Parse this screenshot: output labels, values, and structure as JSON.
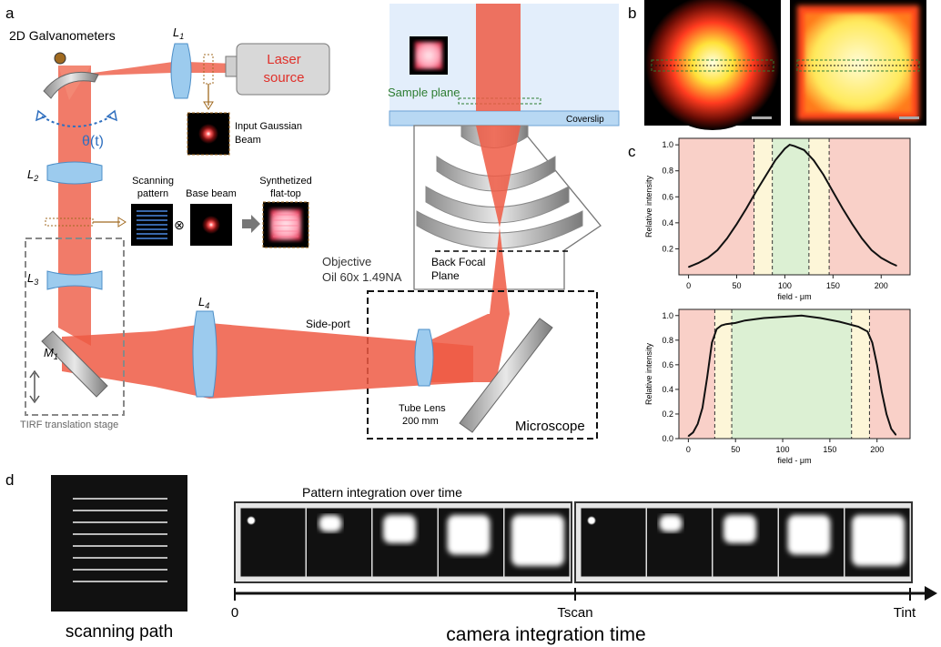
{
  "panels": {
    "a": "a",
    "b": "b",
    "c": "c",
    "d": "d"
  },
  "optics": {
    "galvo": "2D Galvanometers",
    "theta": "θ(t)",
    "L1": "L",
    "L1_sub": "1",
    "L2": "L",
    "L2_sub": "2",
    "L3": "L",
    "L3_sub": "3",
    "L4": "L",
    "L4_sub": "4",
    "M1": "M",
    "M1_sub": "1",
    "laser_line1": "Laser",
    "laser_line2": "source",
    "input_line1": "Input Gaussian",
    "input_line2": "Beam",
    "scan_line1": "Scanning",
    "scan_line2": "pattern",
    "base_beam": "Base beam",
    "synth_line1": "Synthetized",
    "synth_line2": "flat-top",
    "otimes": "⊗",
    "tirf": "TIRF translation stage",
    "objective_line1": "Objective",
    "objective_line2": "Oil 60x 1.49NA",
    "side_port": "Side-port",
    "tube_line1": "Tube Lens",
    "tube_line2": "200 mm",
    "microscope": "Microscope",
    "bfp_line1": "Back Focal",
    "bfp_line2": "Plane",
    "sample_plane": "Sample plane",
    "coverslip": "Coverslip"
  },
  "colors": {
    "beam": "#ee5a44",
    "lens": "#9ccbee",
    "lens_edge": "#4d8fc8",
    "label_blue": "#2f6fbf",
    "label_green": "#2e7d32",
    "laser_red": "#e0302a"
  },
  "chart_data": [
    {
      "type": "line",
      "title": "",
      "xlabel": "field - μm",
      "ylabel": "Relative intensity",
      "xlim": [
        -10,
        230
      ],
      "ylim": [
        0,
        1.05
      ],
      "xticks": [
        0,
        50,
        100,
        150,
        200
      ],
      "yticks": [
        0.2,
        0.4,
        0.6,
        0.8,
        1.0
      ],
      "ytick_labels": [
        "0.2",
        "0.4",
        "0.6",
        "0.8",
        "1.0"
      ],
      "regions": {
        "red": [
          [
            -10,
            68
          ],
          [
            146,
            230
          ]
        ],
        "yellow": [
          [
            68,
            87
          ],
          [
            125,
            146
          ]
        ],
        "green": [
          [
            87,
            125
          ]
        ]
      },
      "dashed_lines": [
        68,
        87,
        125,
        146
      ],
      "series": [
        {
          "x": [
            0,
            10,
            20,
            30,
            40,
            50,
            60,
            70,
            80,
            90,
            100,
            105,
            110,
            120,
            130,
            140,
            150,
            160,
            170,
            180,
            190,
            200,
            210,
            216
          ],
          "y": [
            0.06,
            0.09,
            0.13,
            0.19,
            0.28,
            0.39,
            0.51,
            0.64,
            0.76,
            0.88,
            0.97,
            1.0,
            0.99,
            0.96,
            0.88,
            0.77,
            0.64,
            0.51,
            0.39,
            0.28,
            0.19,
            0.13,
            0.09,
            0.07
          ]
        }
      ]
    },
    {
      "type": "line",
      "title": "",
      "xlabel": "field - μm",
      "ylabel": "Relative intensity",
      "xlim": [
        -10,
        235
      ],
      "ylim": [
        0,
        1.05
      ],
      "xticks": [
        0,
        50,
        100,
        150,
        200
      ],
      "yticks": [
        0.0,
        0.2,
        0.4,
        0.6,
        0.8,
        1.0
      ],
      "ytick_labels": [
        "0.0",
        "0.2",
        "0.4",
        "0.6",
        "0.8",
        "1.0"
      ],
      "regions": {
        "red": [
          [
            -10,
            28
          ],
          [
            192,
            235
          ]
        ],
        "yellow": [
          [
            28,
            46
          ],
          [
            173,
            192
          ]
        ],
        "green": [
          [
            46,
            173
          ]
        ]
      },
      "dashed_lines": [
        28,
        46,
        173,
        192
      ],
      "series": [
        {
          "x": [
            0,
            5,
            10,
            15,
            20,
            25,
            30,
            35,
            40,
            50,
            60,
            80,
            100,
            120,
            140,
            160,
            170,
            175,
            180,
            185,
            190,
            195,
            200,
            205,
            210,
            215,
            220
          ],
          "y": [
            0.02,
            0.05,
            0.12,
            0.25,
            0.5,
            0.78,
            0.89,
            0.92,
            0.93,
            0.94,
            0.96,
            0.98,
            0.99,
            1.0,
            0.98,
            0.95,
            0.93,
            0.92,
            0.91,
            0.89,
            0.87,
            0.78,
            0.6,
            0.38,
            0.2,
            0.08,
            0.03
          ]
        }
      ]
    }
  ],
  "timeline": {
    "title": "Pattern integration over time",
    "t0": "0",
    "tscan": "Tscan",
    "tint": "Tint",
    "axis_label": "camera integration time",
    "path_label": "scanning path",
    "frame_levels": [
      0.05,
      0.25,
      0.5,
      0.75,
      1.0
    ]
  }
}
